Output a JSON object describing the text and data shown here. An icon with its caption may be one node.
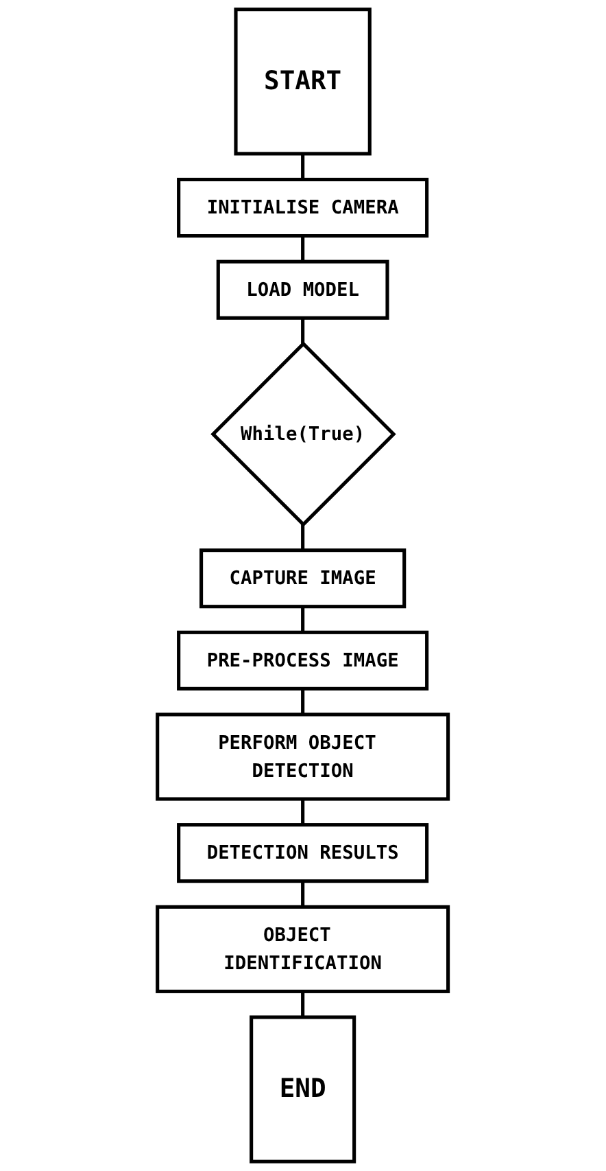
{
  "diagram": {
    "nodes": [
      {
        "text": [
          "START"
        ]
      },
      {
        "text": [
          "INITIALISE CAMERA"
        ]
      },
      {
        "text": [
          "LOAD MODEL"
        ]
      },
      {
        "text": [
          "While(True)"
        ]
      },
      {
        "text": [
          "CAPTURE IMAGE"
        ]
      },
      {
        "text": [
          "PRE-PROCESS IMAGE"
        ]
      },
      {
        "text": [
          "PERFORM OBJECT DETECTION"
        ]
      },
      {
        "text": [
          "DETECTION RESULTS"
        ]
      },
      {
        "text": [
          "OBJECT IDENTIFICATION"
        ]
      },
      {
        "text": [
          "END"
        ]
      }
    ],
    "edges": [
      {
        "from": 0,
        "to": 1,
        "arrow": "none"
      },
      {
        "from": 1,
        "to": 2,
        "arrow": "none"
      },
      {
        "from": 2,
        "to": 3,
        "arrow": "none"
      },
      {
        "from": 3,
        "to": 4,
        "arrow": "none"
      },
      {
        "from": 4,
        "to": 5,
        "arrow": "none"
      },
      {
        "from": 5,
        "to": 6,
        "arrow": "none"
      },
      {
        "from": 6,
        "to": 7,
        "arrow": "none"
      },
      {
        "from": 7,
        "to": 8,
        "arrow": "none"
      },
      {
        "from": 8,
        "to": 9,
        "arrow": "none"
      }
    ]
  }
}
